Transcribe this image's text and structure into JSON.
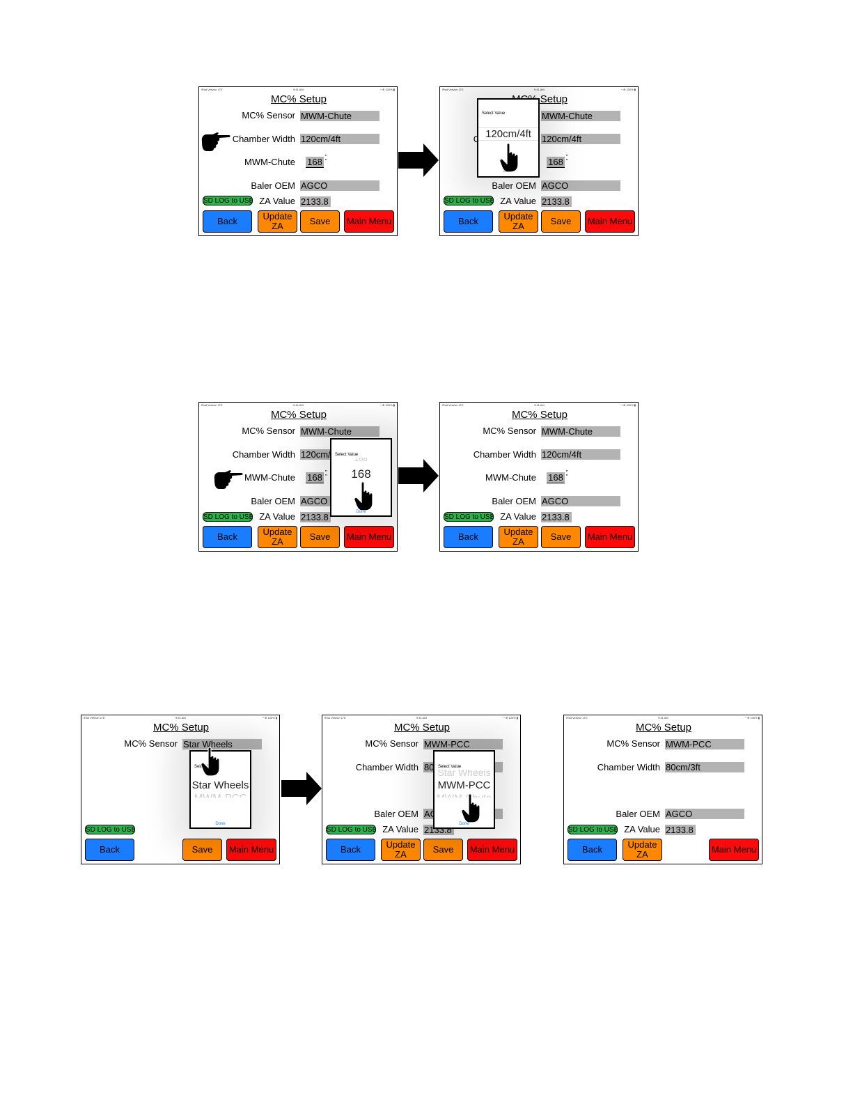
{
  "screen": {
    "status_left": "iPad  Verizon  LTE",
    "status_center": "9:41 AM",
    "status_right": "◔  ⊕ 100% ▮",
    "title": "MC% Setup",
    "labels": {
      "sensor": "MC% Sensor",
      "width": "Chamber Width",
      "chute": "MWM-Chute",
      "oem": "Baler OEM",
      "za": "ZA Value"
    },
    "values": {
      "sensor_chute": "MWM-Chute",
      "sensor_star": "Star Wheels",
      "sensor_pcc": "MWM-PCC",
      "width_120": "120cm/4ft",
      "width_80": "80cm/3ft",
      "chute_value": "168",
      "chute_unit_top": "\"",
      "chute_unit_bottom": "\"",
      "oem": "AGCO",
      "za": "2133.8"
    },
    "buttons": {
      "sd": "SD LOG to USB",
      "back": "Back",
      "update_line1": "Update",
      "update_line2": "ZA",
      "save": "Save",
      "main": "Main Menu"
    }
  },
  "picker": {
    "title": "Select Value",
    "done": "Done",
    "width_selected": "120cm/4ft",
    "chute_ghost": "168",
    "chute_selected": "168",
    "sensor_star_selected": "Star Wheels",
    "sensor_star_ghost": "MWM-PCC",
    "sensor_pcc_ghost": "Star Wheels",
    "sensor_pcc_selected": "MWM-PCC",
    "sensor_pcc_ghost2": "MWM-Chute"
  },
  "icons": {
    "pointing_hand": "pointing-hand-icon",
    "tapping_hand": "tapping-hand-icon",
    "flow_arrow": "right-arrow-icon"
  },
  "colors": {
    "back": "#1a7cff",
    "update": "#ff8800",
    "save": "#ff8800",
    "main": "#ff0a0a",
    "sd": "#2ab34a",
    "field": "#b3b3b3"
  }
}
